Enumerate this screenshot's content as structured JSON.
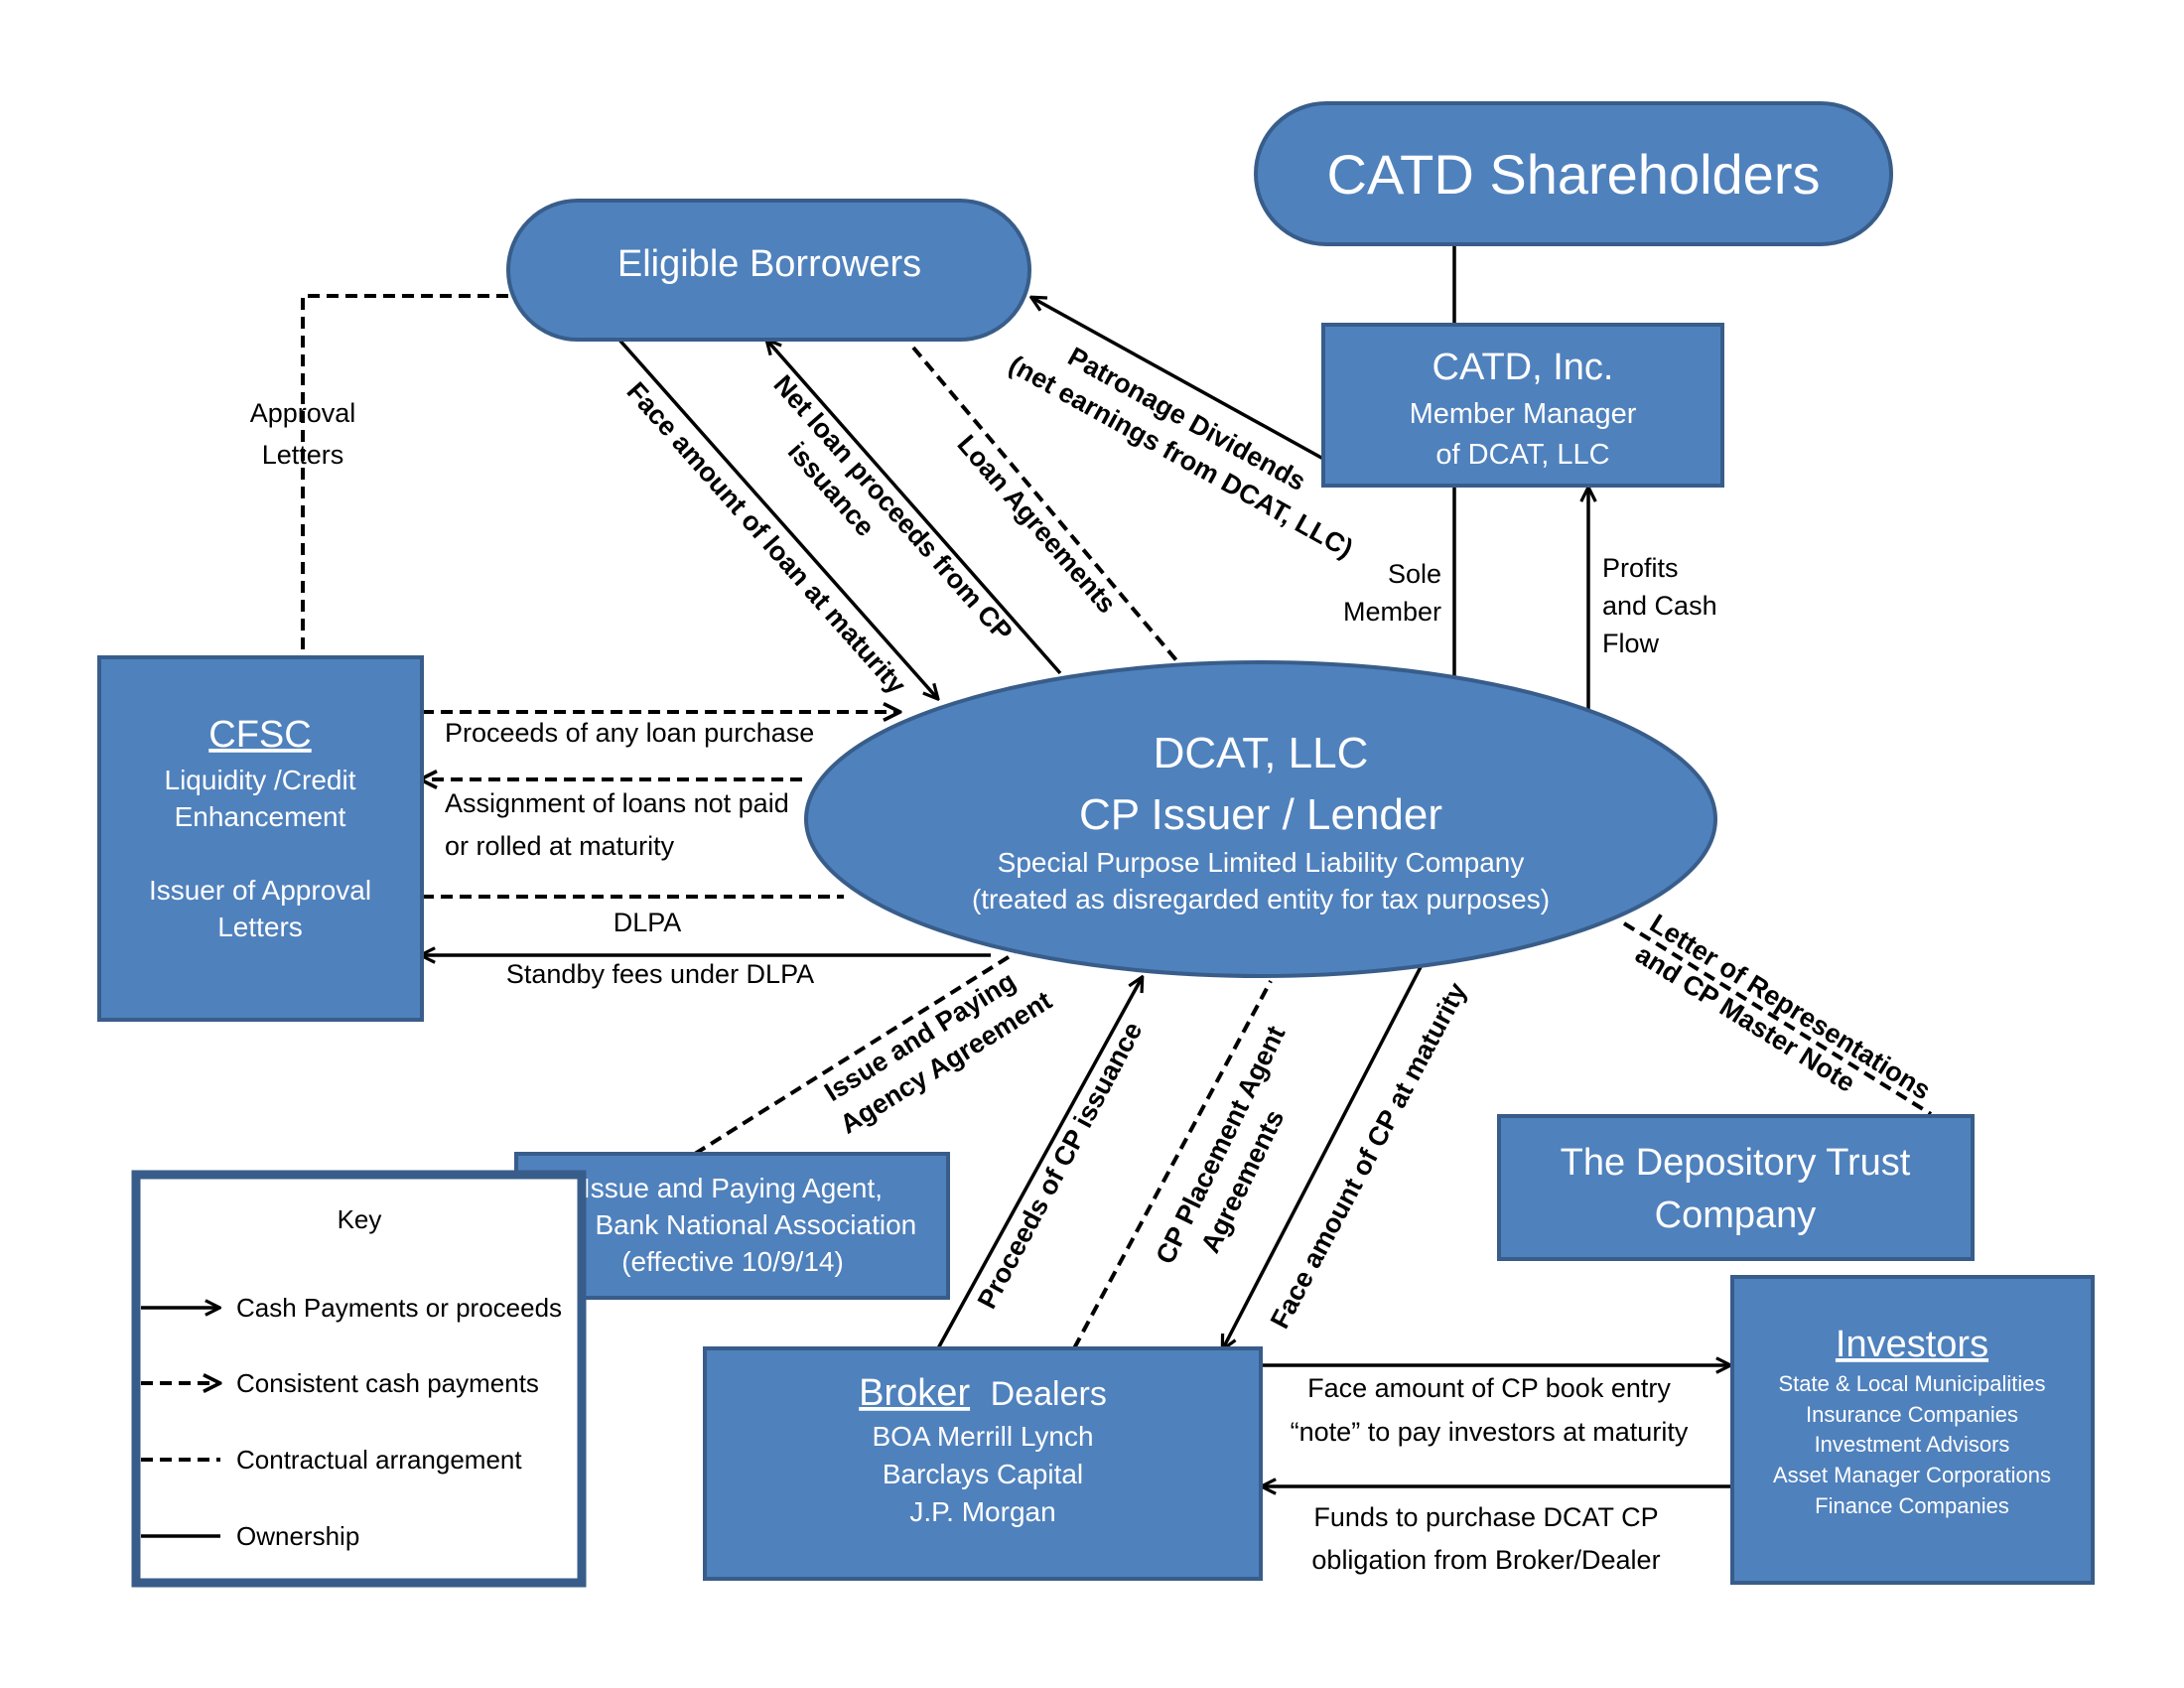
{
  "nodes": {
    "shareholders": "CATD Shareholders",
    "borrowers": "Eligible Borrowers",
    "catd": {
      "title": "CATD, Inc.",
      "line1": "Member Manager",
      "line2": "of DCAT, LLC"
    },
    "cfsc": {
      "title": "CFSC",
      "line1": "Liquidity /Credit",
      "line2": "Enhancement",
      "line3": "Issuer of Approval",
      "line4": "Letters"
    },
    "dcat": {
      "title1": "DCAT, LLC",
      "title2": "CP Issuer / Lender",
      "line1": "Special Purpose Limited Liability Company",
      "line2": "(treated as disregarded entity for tax purposes)"
    },
    "ipa": {
      "line1": "Issue and Paying Agent,",
      "line2": "US Bank National Association",
      "line3": "(effective 10/9/14)"
    },
    "dtc": {
      "line1": "The Depository Trust",
      "line2": "Company"
    },
    "broker": {
      "title_a": "Broker",
      "title_b": "Dealers",
      "line1": "BOA Merrill Lynch",
      "line2": "Barclays Capital",
      "line3": "J.P. Morgan"
    },
    "investors": {
      "title": "Investors",
      "items": [
        "State & Local Municipalities",
        "Insurance Companies",
        "Investment Advisors",
        "Asset Manager Corporations",
        "Finance Companies"
      ]
    }
  },
  "labels": {
    "approval_1": "Approval",
    "approval_2": "Letters",
    "face_loan": "Face amount of loan at maturity",
    "net_loan_1": "Net loan proceeds from CP",
    "net_loan_2": "issuance",
    "loan_agreements": "Loan Agreements",
    "patronage_1": "Patronage Dividends",
    "patronage_2": "(net earnings from DCAT, LLC)",
    "sole_1": "Sole",
    "sole_2": "Member",
    "profits_1": "Profits",
    "profits_2": "and Cash",
    "profits_3": "Flow",
    "proceeds_purchase": "Proceeds of any loan purchase",
    "assignment_1": "Assignment of loans not paid",
    "assignment_2": "or rolled at maturity",
    "dlpa": "DLPA",
    "standby": "Standby fees under DLPA",
    "ipa_agreement_1": "Issue and Paying",
    "ipa_agreement_2": "Agency Agreement",
    "proceeds_cp": "Proceeds of CP issuance",
    "placement_1": "CP Placement Agent",
    "placement_2": "Agreements",
    "face_cp": "Face amount of CP at maturity",
    "letter_1": "Letter of Representations",
    "letter_2": "and CP Master Note",
    "book_entry_1": "Face amount of CP book entry",
    "book_entry_2": "“note” to pay investors at maturity",
    "funds_1": "Funds to purchase DCAT CP",
    "funds_2": "obligation from Broker/Dealer"
  },
  "key": {
    "title": "Key",
    "items": [
      "Cash Payments or proceeds",
      "Consistent cash payments",
      "Contractual arrangement",
      "Ownership"
    ]
  },
  "colors": {
    "node_fill": "#4f81bd",
    "node_border": "#385d8a",
    "key_border": "#385d8a"
  }
}
